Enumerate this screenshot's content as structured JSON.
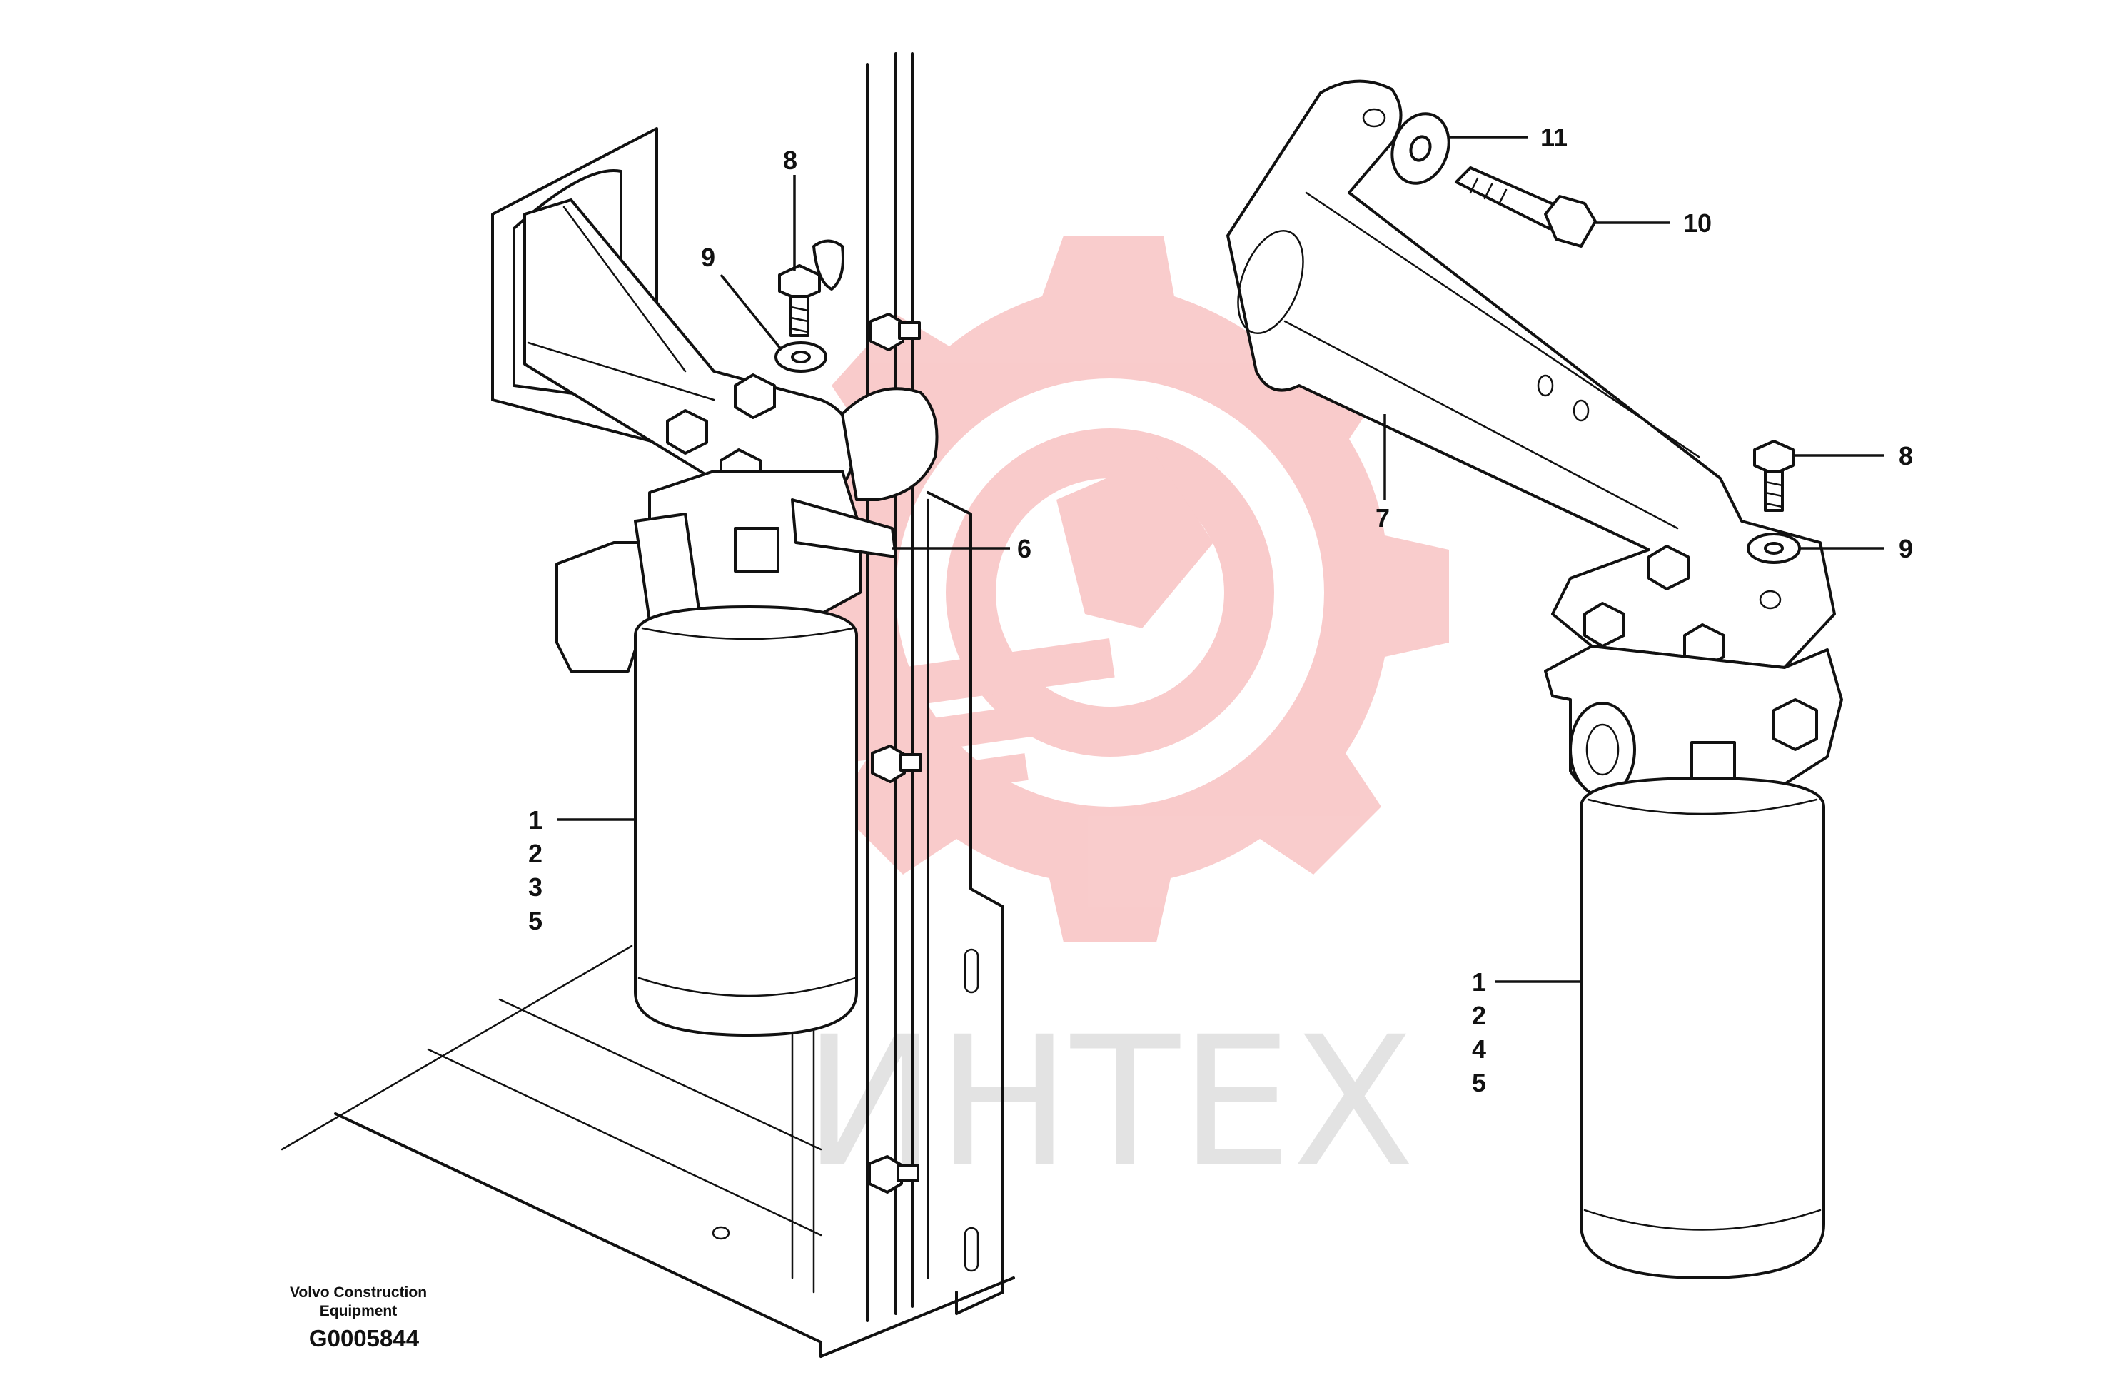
{
  "diagram": {
    "credit_lines": [
      "Volvo Construction",
      "Equipment"
    ],
    "figure_id": "G0005844",
    "watermark_text": "ИНТЕХ",
    "colors": {
      "line": "#111111",
      "watermark_logo": "#f9c9c9",
      "watermark_text": "#e2e2e2"
    },
    "callouts_left": {
      "c8": "8",
      "c9": "9",
      "c6": "6",
      "stack": [
        "1",
        "2",
        "3",
        "5"
      ]
    },
    "callouts_right": {
      "c11": "11",
      "c10": "10",
      "c7": "7",
      "c8": "8",
      "c9": "9",
      "stack": [
        "1",
        "2",
        "4",
        "5"
      ]
    }
  }
}
